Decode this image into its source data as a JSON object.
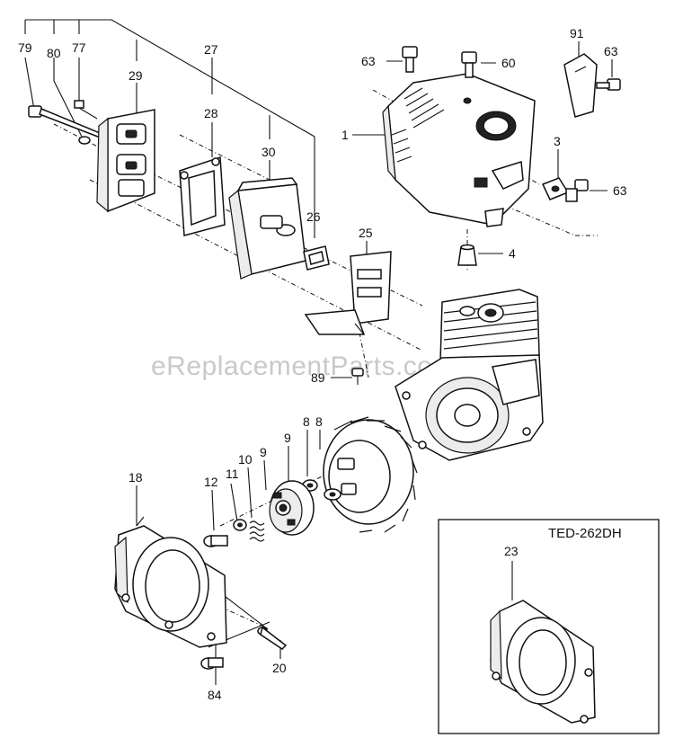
{
  "watermark": "eReplacementParts.com",
  "inset": {
    "title": "TED-262DH",
    "part_number": "23"
  },
  "callouts": {
    "p79": "79",
    "p80": "80",
    "p77": "77",
    "p29": "29",
    "p27": "27",
    "p28": "28",
    "p30": "30",
    "p26": "26",
    "p25": "25",
    "p63a": "63",
    "p60": "60",
    "p91": "91",
    "p63b": "63",
    "p1": "1",
    "p3": "3",
    "p63c": "63",
    "p4": "4",
    "p89": "89",
    "p18": "18",
    "p12": "12",
    "p11": "11",
    "p10": "10",
    "p9a": "9",
    "p9b": "9",
    "p8a": "8",
    "p8b": "8",
    "p84": "84",
    "p20": "20"
  }
}
